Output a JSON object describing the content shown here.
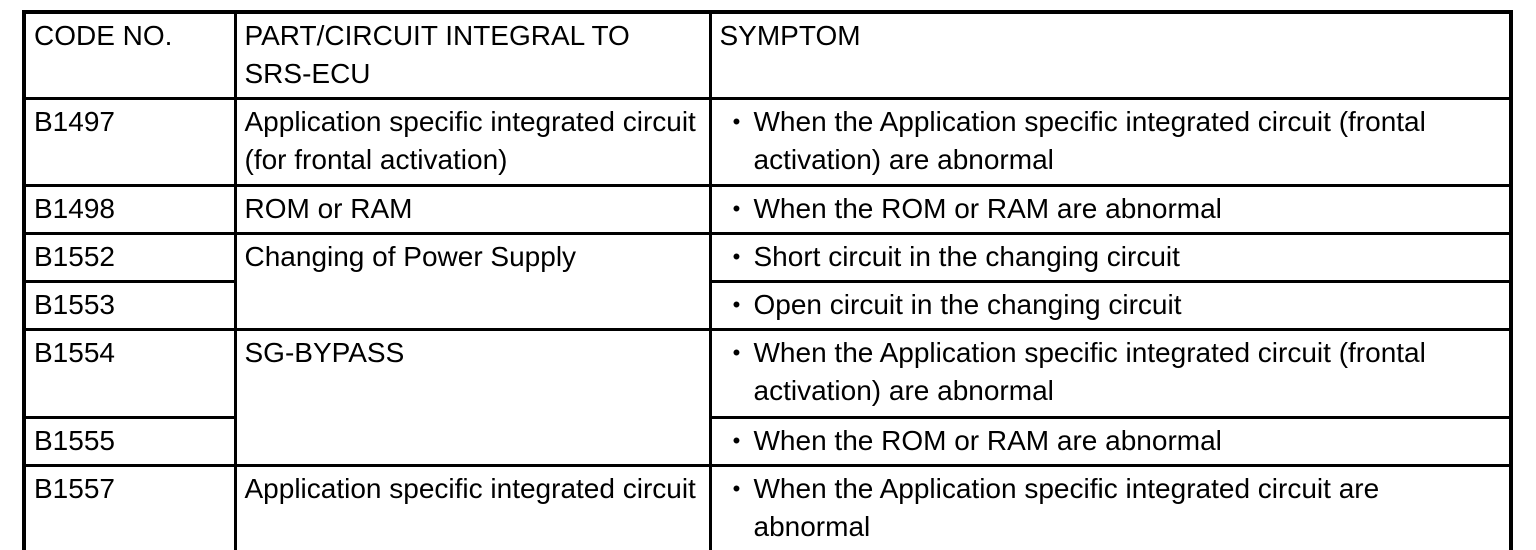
{
  "table": {
    "bullet": "•",
    "colors": {
      "border": "#000000",
      "text": "#000000",
      "background": "#ffffff"
    },
    "headers": {
      "code": "CODE NO.",
      "part": "PART/CIRCUIT INTEGRAL TO SRS-ECU",
      "symptom": "SYMPTOM"
    },
    "rows": [
      {
        "code": "B1497",
        "part": "Application specific integrated circuit (for frontal activation)",
        "symptom": "When the Application specific integrated circuit (frontal activation) are abnormal"
      },
      {
        "code": "B1498",
        "part": "ROM or RAM",
        "symptom": "When the ROM or RAM are abnormal"
      },
      {
        "code": "B1552",
        "part": "Changing of Power Supply",
        "symptom": "Short circuit in the changing circuit"
      },
      {
        "code": "B1553",
        "symptom": "Open circuit in the changing circuit"
      },
      {
        "code": "B1554",
        "part": "SG-BYPASS",
        "symptom": "When the Application specific integrated circuit (frontal activation) are abnormal"
      },
      {
        "code": "B1555",
        "symptom": "When the ROM or RAM are abnormal"
      },
      {
        "code": "B1557",
        "part": "Application specific integrated circuit",
        "symptom": "When the Application specific integrated circuit are abnormal"
      }
    ]
  }
}
